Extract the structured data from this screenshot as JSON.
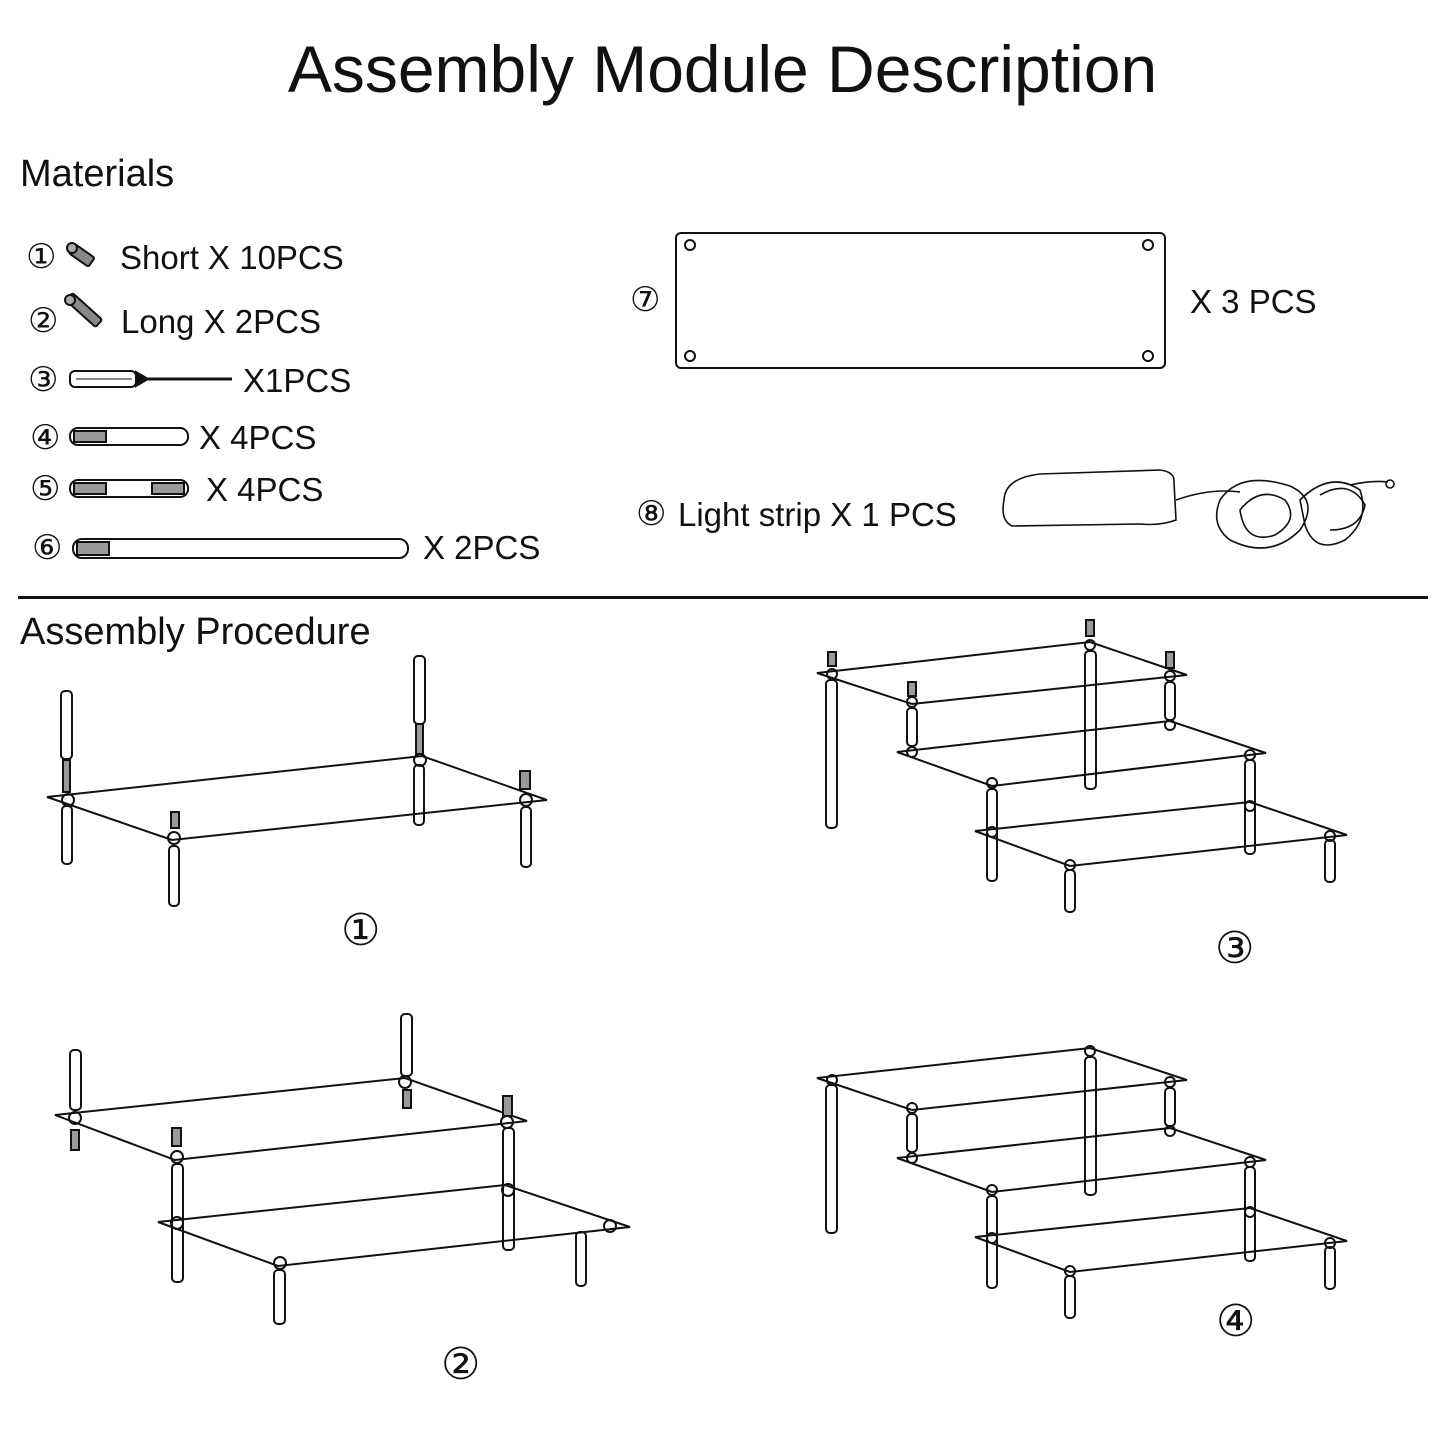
{
  "title": "Assembly Module Description",
  "materials": {
    "heading": "Materials",
    "items": [
      {
        "num": "①",
        "label": "Short X 10PCS",
        "icon": "short-screw-icon"
      },
      {
        "num": "②",
        "label": "Long X 2PCS",
        "icon": "long-screw-icon"
      },
      {
        "num": "③",
        "label": "X1PCS",
        "icon": "screwdriver-icon"
      },
      {
        "num": "④",
        "label": "X 4PCS",
        "icon": "short-rod-icon"
      },
      {
        "num": "⑤",
        "label": "X 4PCS",
        "icon": "double-thread-rod-icon"
      },
      {
        "num": "⑥",
        "label": "X 2PCS",
        "icon": "long-rod-icon"
      },
      {
        "num": "⑦",
        "label": "X 3 PCS",
        "icon": "acrylic-panel-icon"
      },
      {
        "num": "⑧",
        "label": "Light strip X 1 PCS",
        "icon": "light-strip-icon"
      }
    ]
  },
  "procedure": {
    "heading": "Assembly Procedure",
    "steps": [
      "①",
      "②",
      "③",
      "④"
    ]
  }
}
